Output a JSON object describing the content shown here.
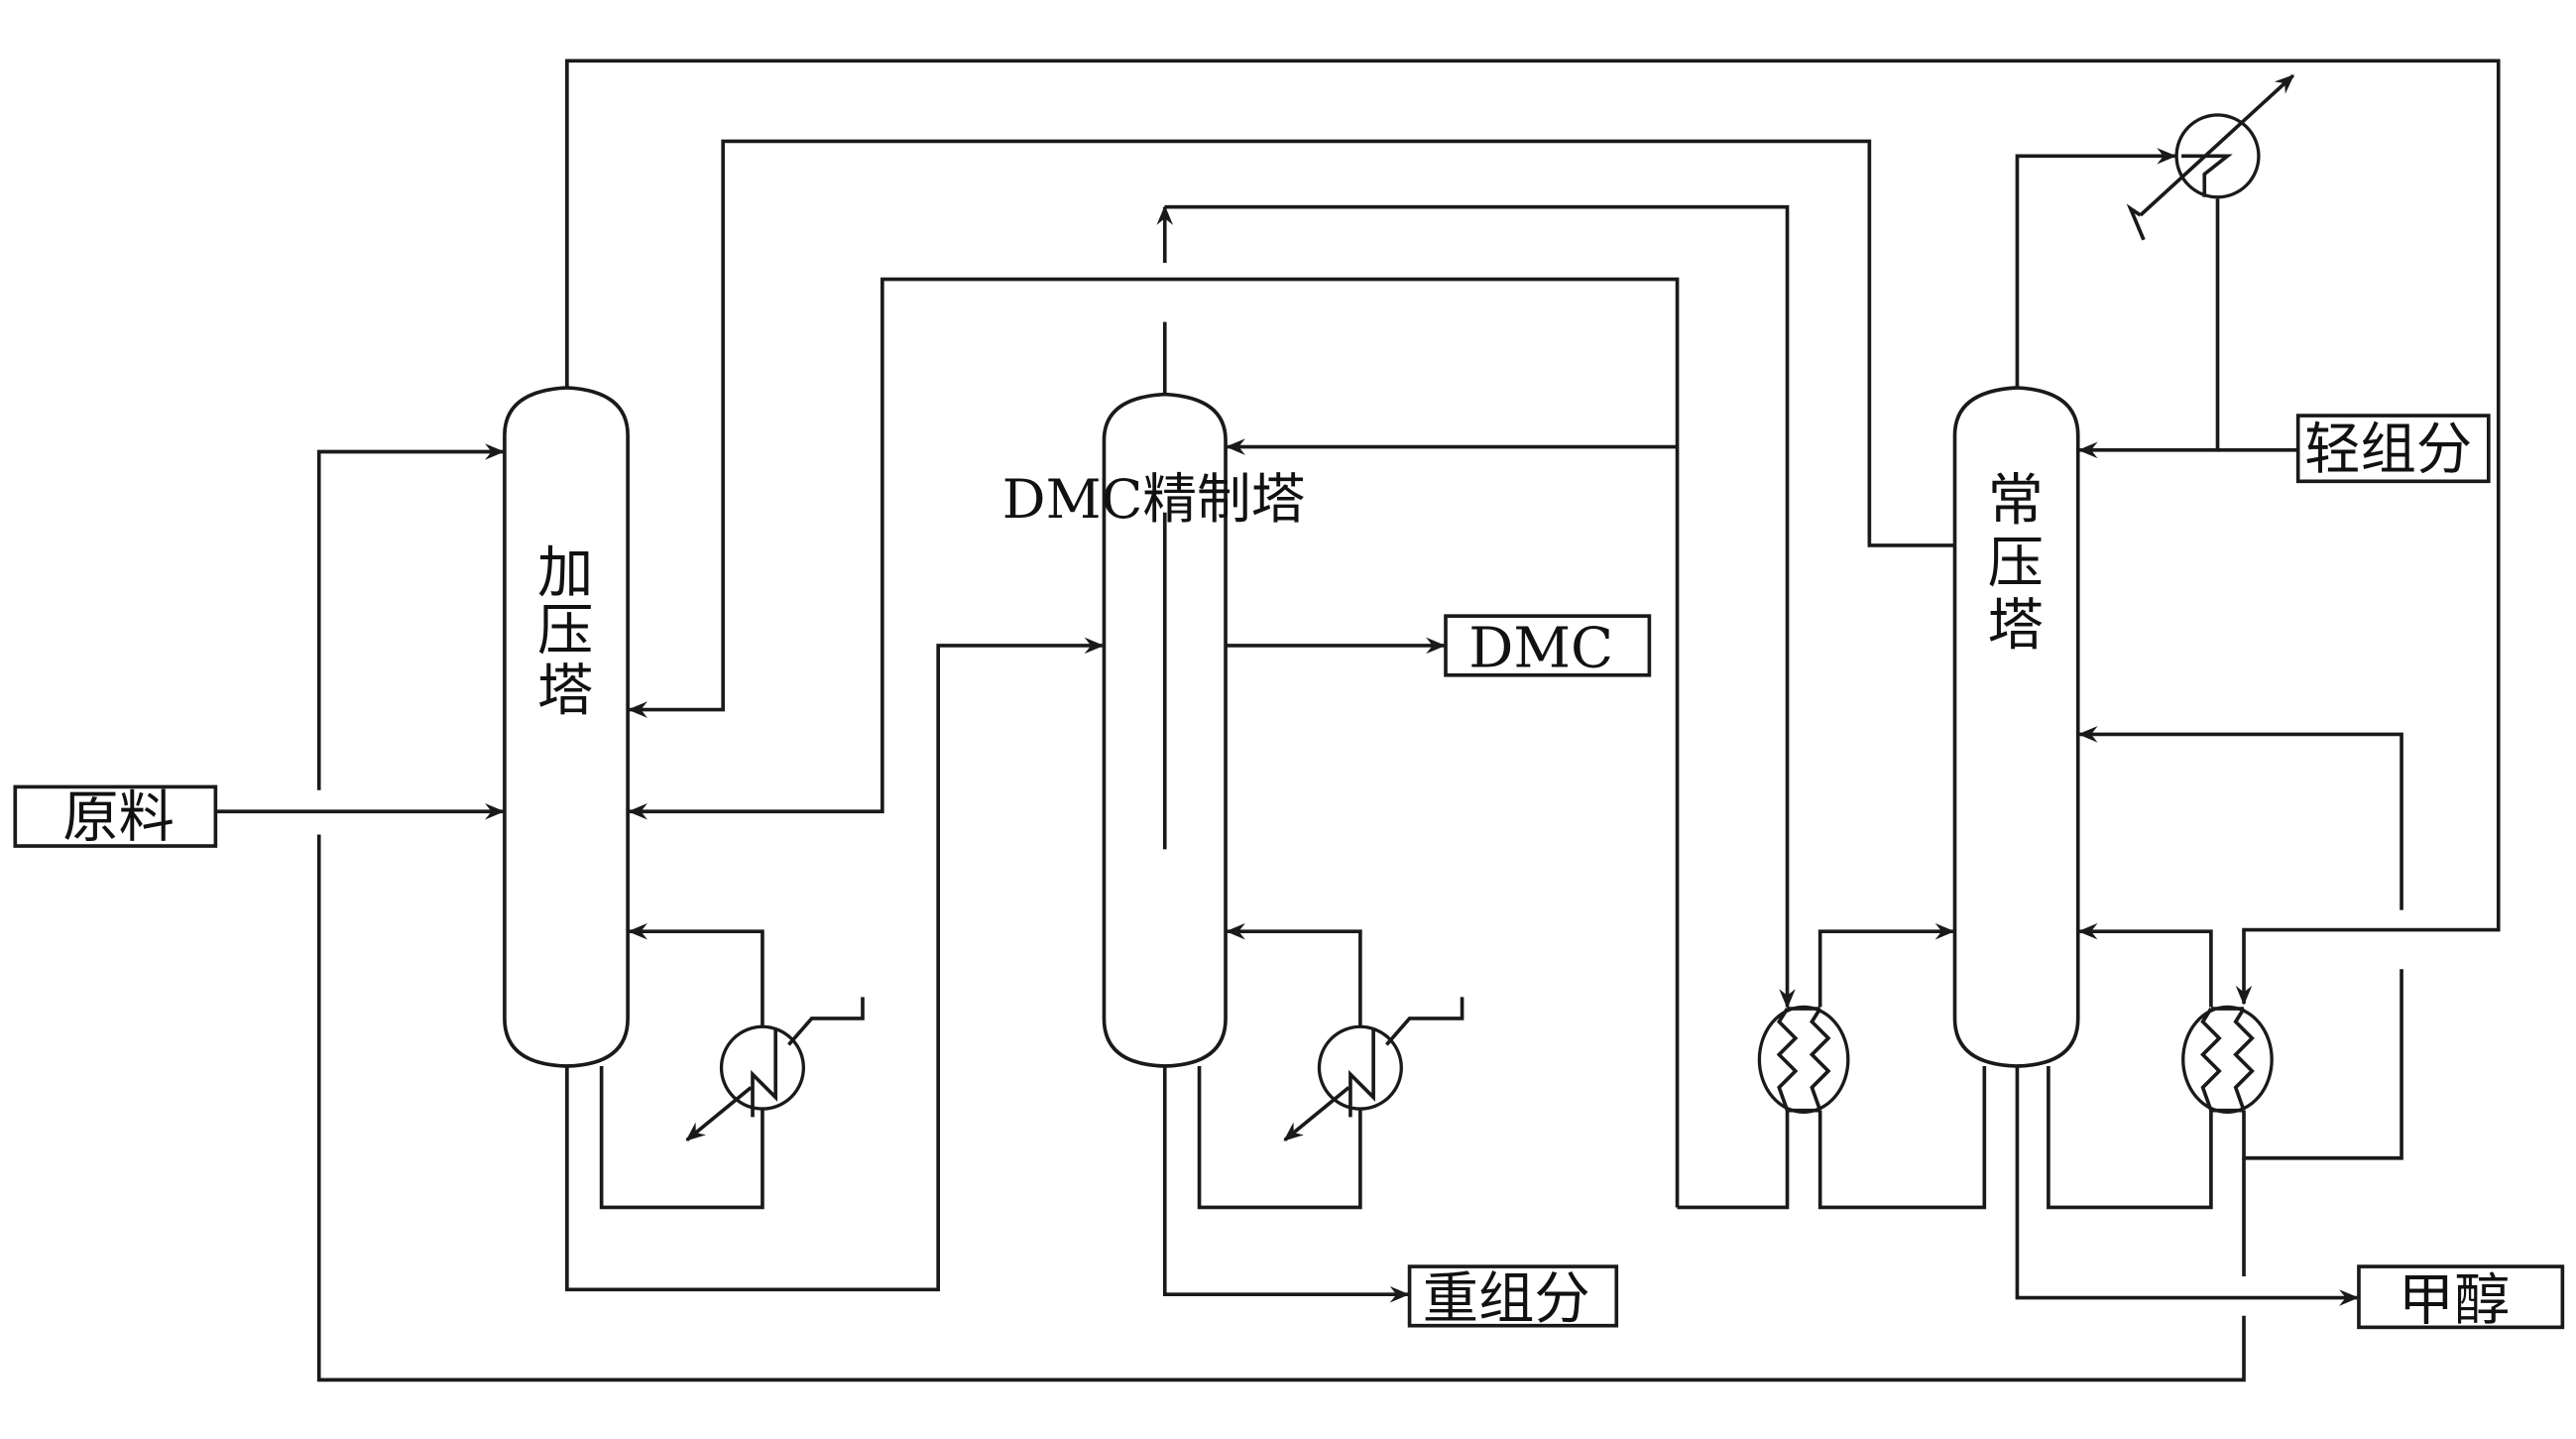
{
  "diagram": {
    "title": "DMC separation process flow",
    "line_color": "#1a1a1a",
    "columns": [
      {
        "id": "pressure",
        "label_chars": [
          "加",
          "压",
          "塔"
        ],
        "label": "加压塔"
      },
      {
        "id": "dmc",
        "label": "DMC精制塔"
      },
      {
        "id": "atmospheric",
        "label_chars": [
          "常",
          "压",
          "塔"
        ],
        "label": "常压塔"
      }
    ],
    "streams": {
      "feed": "原料",
      "dmc_product": "DMC",
      "heavy": "重组分",
      "light": "轻组分",
      "methanol": "甲醇"
    },
    "equipment": [
      {
        "id": "reboiler-pressure",
        "type": "reboiler"
      },
      {
        "id": "reboiler-dmc",
        "type": "reboiler"
      },
      {
        "id": "condenser-atmospheric",
        "type": "condenser"
      },
      {
        "id": "heat-exchanger-1",
        "type": "heat-exchanger"
      },
      {
        "id": "heat-exchanger-2",
        "type": "heat-exchanger"
      }
    ]
  }
}
